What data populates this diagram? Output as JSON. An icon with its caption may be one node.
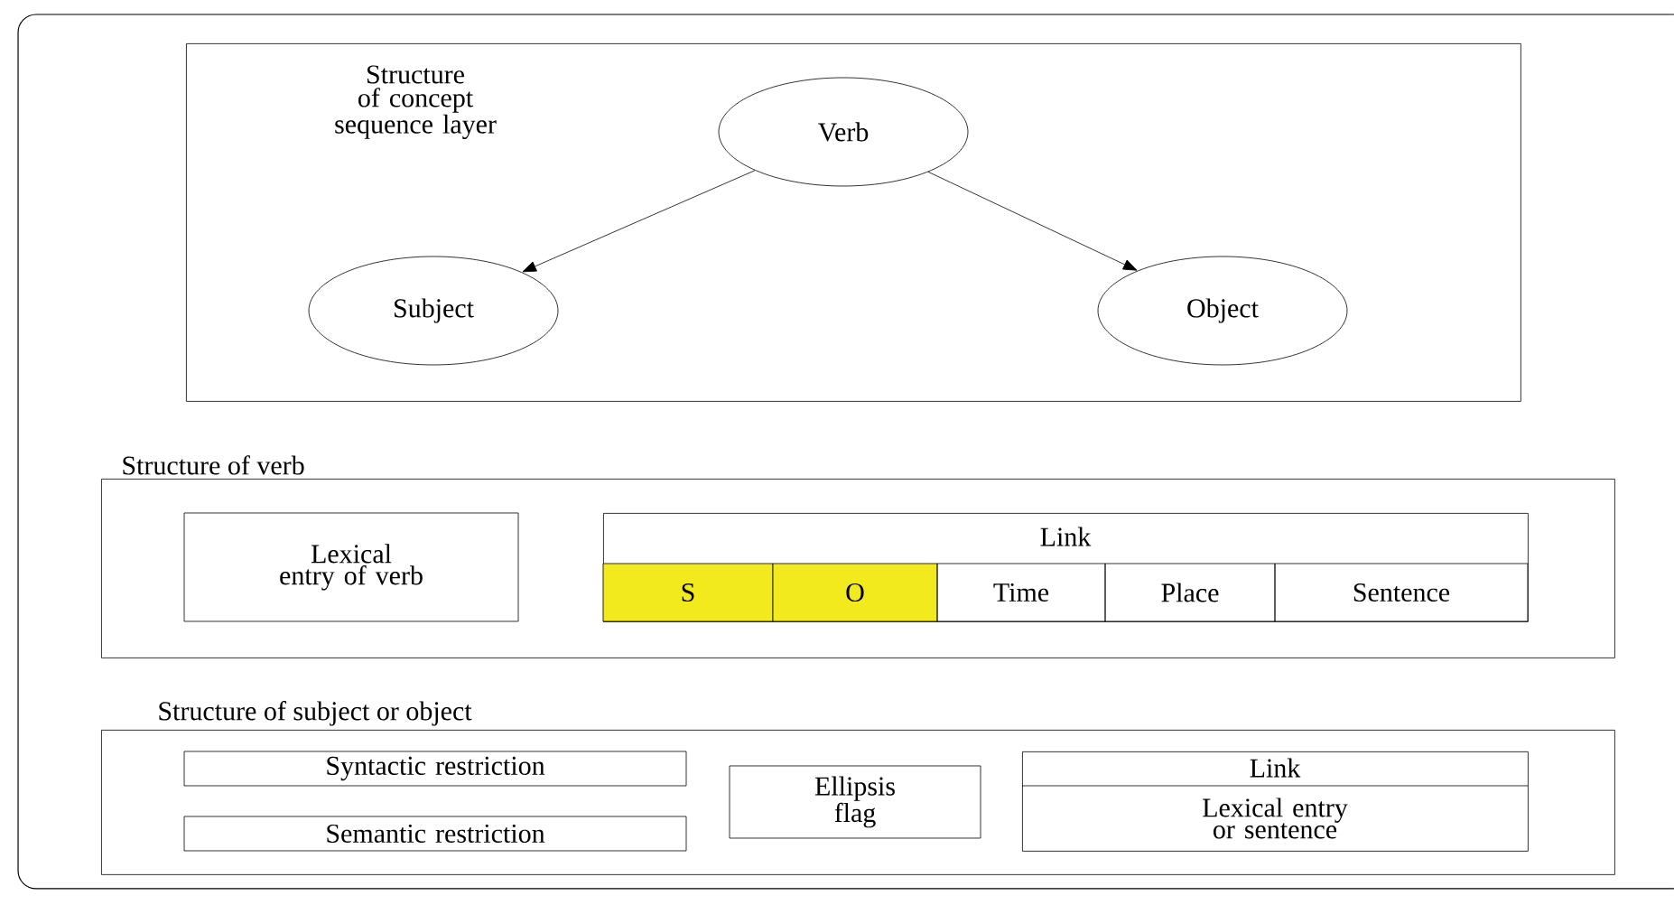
{
  "diagram": {
    "nodes": [
      {
        "text": [
          "Structure of concept sequence layer"
        ]
      },
      {
        "text": [
          "Verb"
        ],
        "in": 0
      },
      {
        "text": [
          "Subject"
        ],
        "in": 0
      },
      {
        "text": [
          "Object"
        ],
        "in": 0
      },
      {
        "text": [
          "Structure of verb"
        ]
      },
      {
        "text": [
          "Lexical entry of verb"
        ],
        "in": 4
      },
      {
        "text": [
          "Link"
        ],
        "in": 4
      },
      {
        "text": [
          "S"
        ],
        "in": 6
      },
      {
        "text": [
          "O"
        ],
        "in": 6
      },
      {
        "text": [
          "Time"
        ],
        "in": 6
      },
      {
        "text": [
          "Place"
        ],
        "in": 6
      },
      {
        "text": [
          "Sentence"
        ],
        "in": 6
      },
      {
        "text": [
          "Structure of subject or object"
        ]
      },
      {
        "text": [
          "Syntactic restriction"
        ],
        "in": 12
      },
      {
        "text": [
          "Semantic restriction"
        ],
        "in": 12
      },
      {
        "text": [
          "Ellipsis flag"
        ],
        "in": 12
      },
      {
        "text": [
          "Link",
          "Lexical entry or sentence"
        ],
        "in": 12
      }
    ],
    "edges": [
      {
        "from": 1,
        "to": 2,
        "arrow": "to"
      },
      {
        "from": 1,
        "to": 3,
        "arrow": "to"
      }
    ]
  }
}
